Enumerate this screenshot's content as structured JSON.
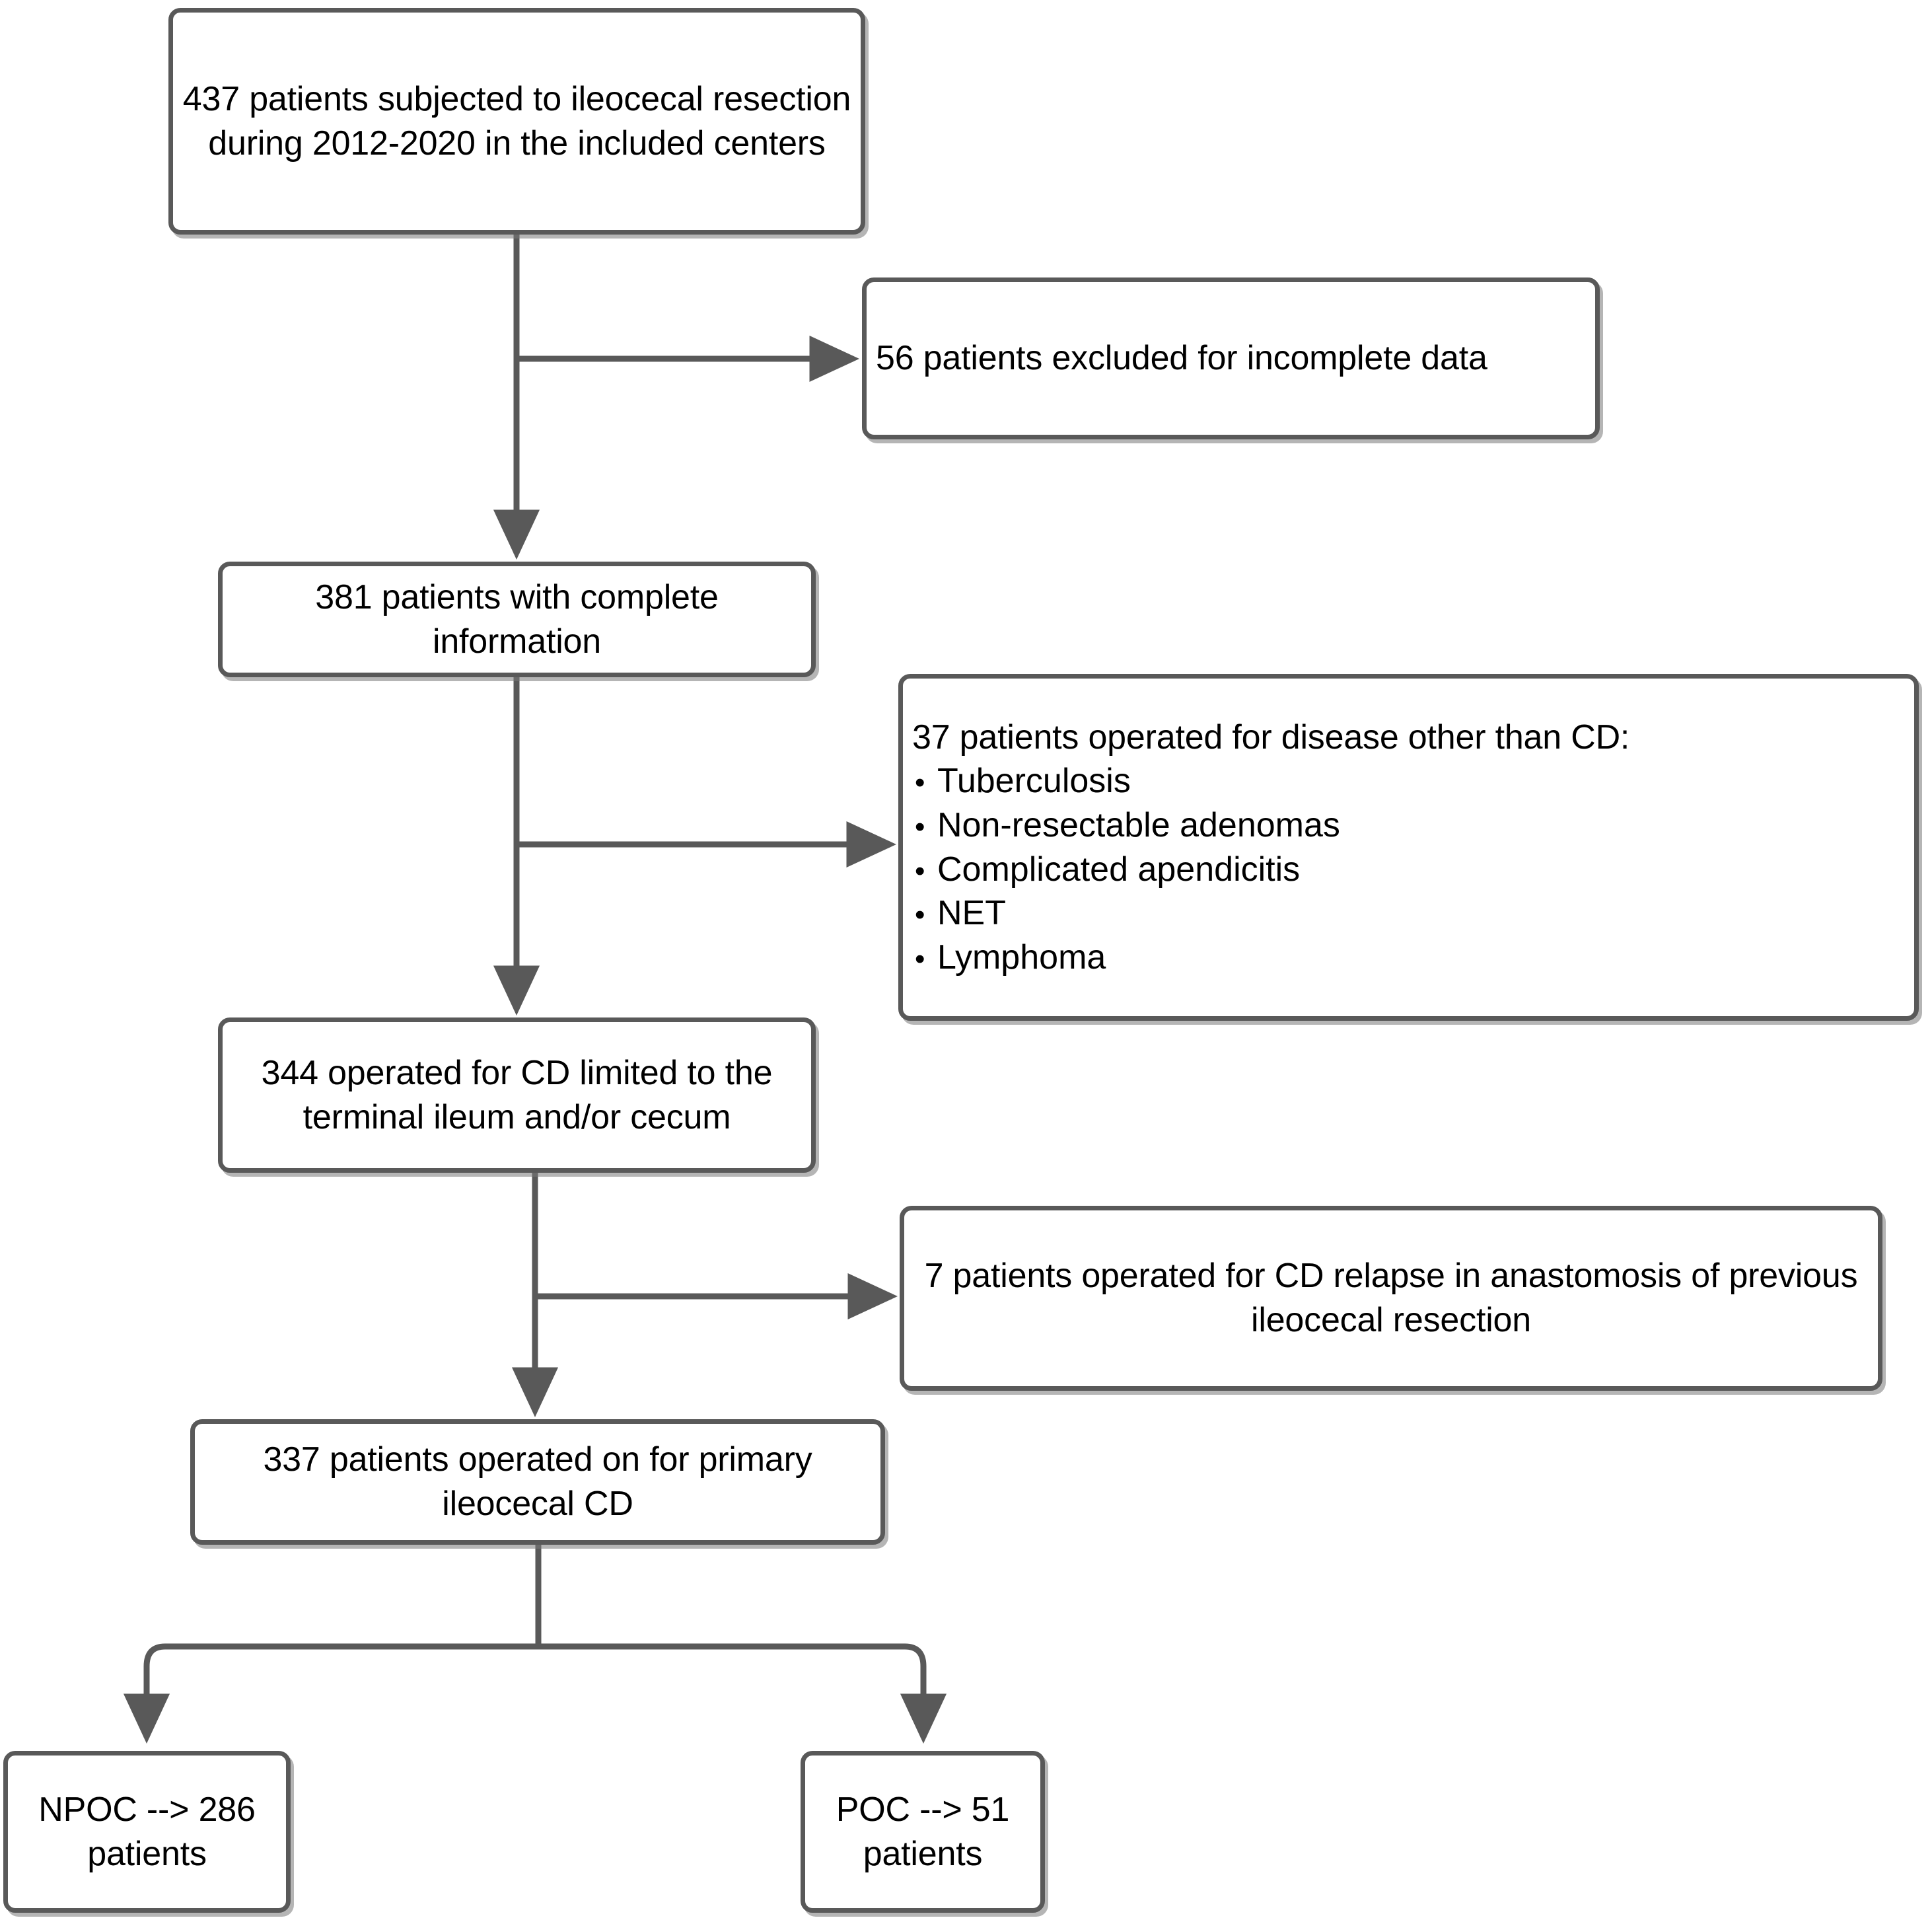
{
  "figure": {
    "type": "flowchart",
    "title": "Patient selection flow diagram (CONSORT-style)",
    "orientation": "top-to-bottom with right-side exclusion branches"
  },
  "colors": {
    "box_border": "#595959",
    "box_fill": "#ffffff",
    "connector": "#595959",
    "text": "#000000"
  },
  "nodes": {
    "n437": {
      "id": "enrolled",
      "label": "437 patients subjected to ileocecal resection during 2012-2020 in the included centers",
      "count": 437,
      "align": "center"
    },
    "n56": {
      "id": "excluded-incomplete",
      "label": "56 patients excluded for incomplete data",
      "count": 56,
      "align": "left"
    },
    "n381": {
      "id": "complete-information",
      "label": "381 patients with complete information",
      "count": 381,
      "align": "center"
    },
    "n37": {
      "id": "excluded-other-disease",
      "heading": "37 patients operated for disease other than CD:",
      "count": 37,
      "items": [
        "Tuberculosis",
        "Non-resectable adenomas",
        "Complicated apendicitis",
        "NET",
        "Lymphoma"
      ],
      "align": "left"
    },
    "n344": {
      "id": "cd-limited-terminal-ileum",
      "label": "344 operated for CD limited to the terminal ileum and/or cecum",
      "count": 344,
      "align": "center"
    },
    "n7": {
      "id": "excluded-relapse",
      "label": "7 patients operated for CD relapse in anastomosis of previous ileocecal resection",
      "count": 7,
      "align": "center"
    },
    "n337": {
      "id": "primary-ileocecal-cd",
      "label": "337 patients operated on for primary ileocecal CD",
      "count": 337,
      "align": "center"
    },
    "npoc": {
      "id": "npoc-group",
      "label": "NPOC --> 286 patients",
      "count": 286,
      "group": "NPOC",
      "align": "center"
    },
    "poc": {
      "id": "poc-group",
      "label": "POC --> 51 patients",
      "count": 51,
      "group": "POC",
      "align": "center"
    }
  },
  "edges": [
    {
      "from": "n437",
      "to": "n381",
      "kind": "vertical-arrow"
    },
    {
      "from": "n437",
      "to": "n56",
      "kind": "branch-right-arrow"
    },
    {
      "from": "n381",
      "to": "n344",
      "kind": "vertical-arrow"
    },
    {
      "from": "n381",
      "to": "n37",
      "kind": "branch-right-arrow"
    },
    {
      "from": "n344",
      "to": "n337",
      "kind": "vertical-arrow"
    },
    {
      "from": "n344",
      "to": "n7",
      "kind": "branch-right-arrow"
    },
    {
      "from": "n337",
      "to": "npoc",
      "kind": "split-down-left-arrow"
    },
    {
      "from": "n337",
      "to": "poc",
      "kind": "split-down-right-arrow"
    }
  ]
}
